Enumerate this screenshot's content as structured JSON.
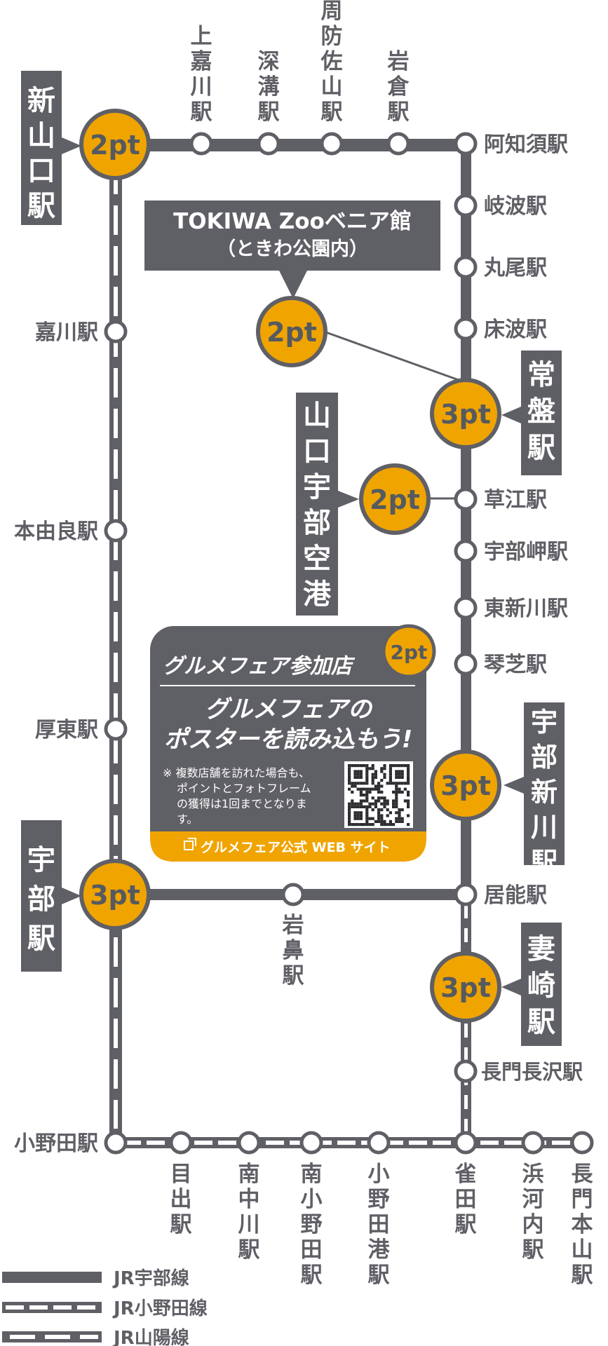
{
  "colors": {
    "line": "#5f5f66",
    "point": "#f0a400",
    "white": "#ffffff"
  },
  "stations": {
    "kamikawa": "上嘉川駅",
    "fukamizo": "深溝駅",
    "suosayama": "周防佐山駅",
    "iwakura": "岩倉駅",
    "ajisu": "阿知須駅",
    "kinami": "岐波駅",
    "maruo": "丸尾駅",
    "tokonami": "床波駅",
    "kusae": "草江駅",
    "ubemisaki": "宇部岬駅",
    "higashishinkawa": "東新川駅",
    "kotoshiba": "琴芝駅",
    "inou": "居能駅",
    "nagatonagasawa": "長門長沢駅",
    "kagawa": "嘉川駅",
    "motoyura": "本由良駅",
    "ato": "厚東駅",
    "onoda": "小野田駅",
    "iwahana": "岩鼻駅",
    "medeyashi": "目出駅",
    "minaminakagawa": "南中川駅",
    "minamionoda": "南小野田駅",
    "onodako": "小野田港駅",
    "suzumeda": "雀田駅",
    "hamakochi": "浜河内駅",
    "nagatomotoyama": "長門本山駅"
  },
  "signs": {
    "shinyamaguchi": "新山口駅",
    "ube": "宇部駅",
    "tokiwa": "常盤駅",
    "ubeshinkawa": "宇部新川駅",
    "tsumazaki": "妻崎駅",
    "airport": "山口宇部空港"
  },
  "points": {
    "shinyamaguchi": "2pt",
    "tokiwa_zoo": "2pt",
    "tokiwa": "3pt",
    "airport": "2pt",
    "gourmet": "2pt",
    "ubeshinkawa": "3pt",
    "ube": "3pt",
    "tsumazaki": "3pt"
  },
  "zoo": {
    "title": "TOKIWA Zooベニア館",
    "subtitle": "（ときわ公園内）"
  },
  "gourmet": {
    "title": "グルメフェア参加店",
    "headline1": "グルメフェアの",
    "headline2": "ポスターを読み込もう!",
    "note1": "※ 複数店舗を訪れた場合も、",
    "note2": "ポイントとフォトフレーム",
    "note3": "の獲得は1回までとなりま",
    "note4": "す。",
    "web": "グルメフェア公式 WEB サイト"
  },
  "legend": {
    "ube_line": "JR宇部線",
    "onoda_line": "JR小野田線",
    "sanyo_line": "JR山陽線"
  }
}
